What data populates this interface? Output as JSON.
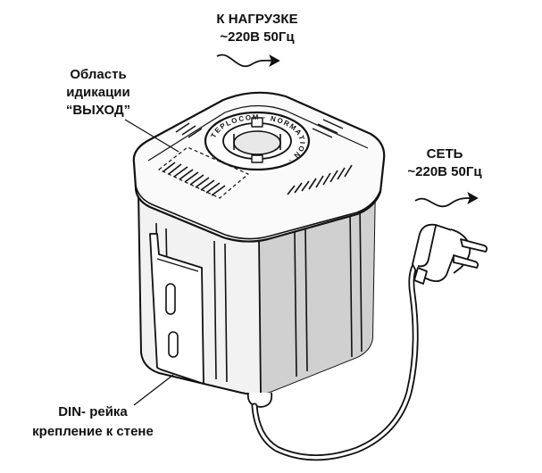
{
  "labels": {
    "load_line1": "К НАГРУЗКЕ",
    "load_line2": "~220В 50Гц",
    "indication_line1": "Область",
    "indication_line2": "идикации",
    "indication_line3": "“ВЫХОД”",
    "mains_line1": "СЕТЬ",
    "mains_line2": "~220В 50Гц",
    "din_line1": "DIN- рейка",
    "din_line2": "крепление к стене"
  },
  "device": {
    "ring_text": "TEPLOCOM · NORMATION ·"
  }
}
